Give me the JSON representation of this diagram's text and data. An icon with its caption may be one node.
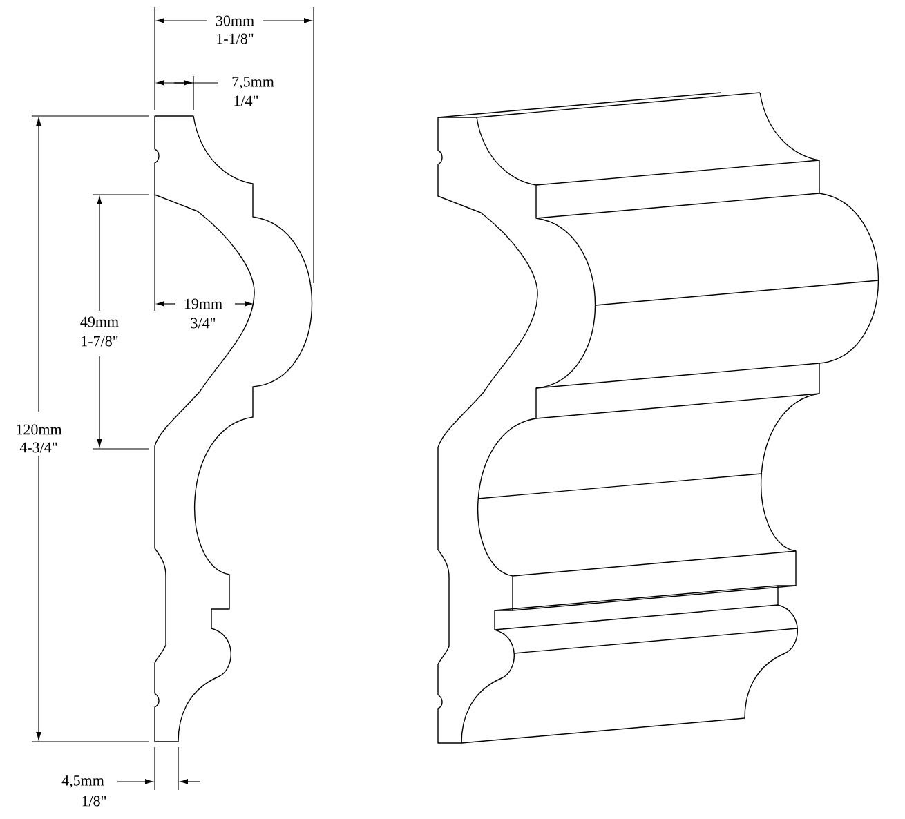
{
  "diagram": {
    "labels": [
      "30mm",
      "1-1/8\"",
      "7,5mm",
      "1/4\"",
      "19mm",
      "3/4\"",
      "49mm",
      "1-7/8\"",
      "120mm",
      "4-3/4\"",
      "4,5mm",
      "1/8\""
    ]
  }
}
